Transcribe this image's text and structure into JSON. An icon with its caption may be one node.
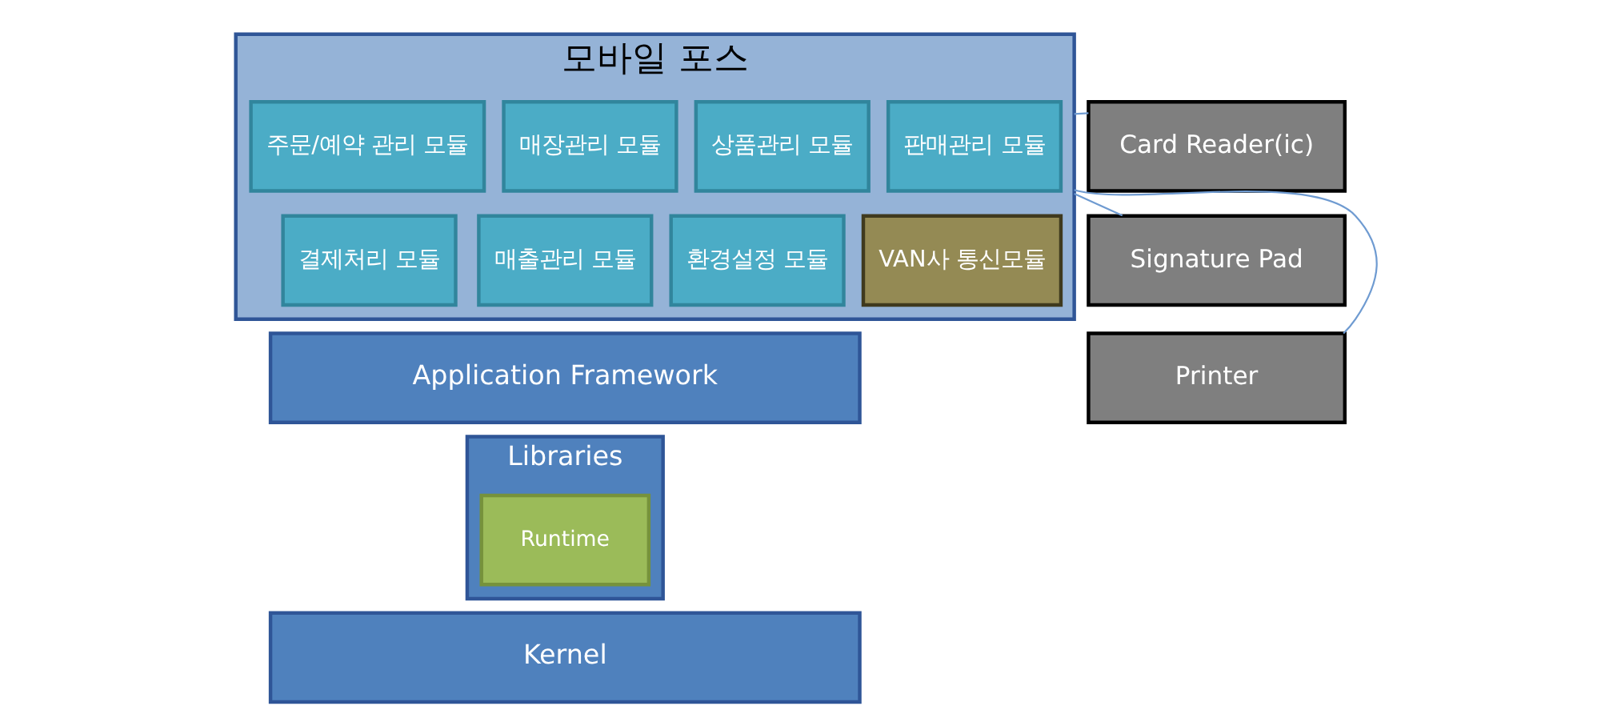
{
  "diagram": {
    "nodes": [
      {
        "text": [
          "모바일 포스"
        ]
      },
      {
        "text": [
          "주문/예약 관리 모듈"
        ],
        "in": 0
      },
      {
        "text": [
          "매장관리 모듈"
        ],
        "in": 0
      },
      {
        "text": [
          "상품관리 모듈"
        ],
        "in": 0
      },
      {
        "text": [
          "판매관리 모듈"
        ],
        "in": 0
      },
      {
        "text": [
          "결제처리 모듈"
        ],
        "in": 0
      },
      {
        "text": [
          "매출관리 모듈"
        ],
        "in": 0
      },
      {
        "text": [
          "환경설정 모듈"
        ],
        "in": 0
      },
      {
        "text": [
          "VAN사 통신모듈"
        ],
        "in": 0
      },
      {
        "text": [
          "Application Framework"
        ]
      },
      {
        "text": [
          "Libraries"
        ]
      },
      {
        "text": [
          "Runtime"
        ],
        "in": 10
      },
      {
        "text": [
          "Kernel"
        ]
      },
      {
        "text": [
          "Card Reader(ic)"
        ]
      },
      {
        "text": [
          "Signature Pad"
        ]
      },
      {
        "text": [
          "Printer"
        ]
      }
    ],
    "edges": [
      {
        "from": 0,
        "to": 13,
        "arrow": "none"
      },
      {
        "from": 0,
        "to": 14,
        "arrow": "none"
      },
      {
        "from": 0,
        "to": 15,
        "arrow": "none"
      }
    ]
  }
}
